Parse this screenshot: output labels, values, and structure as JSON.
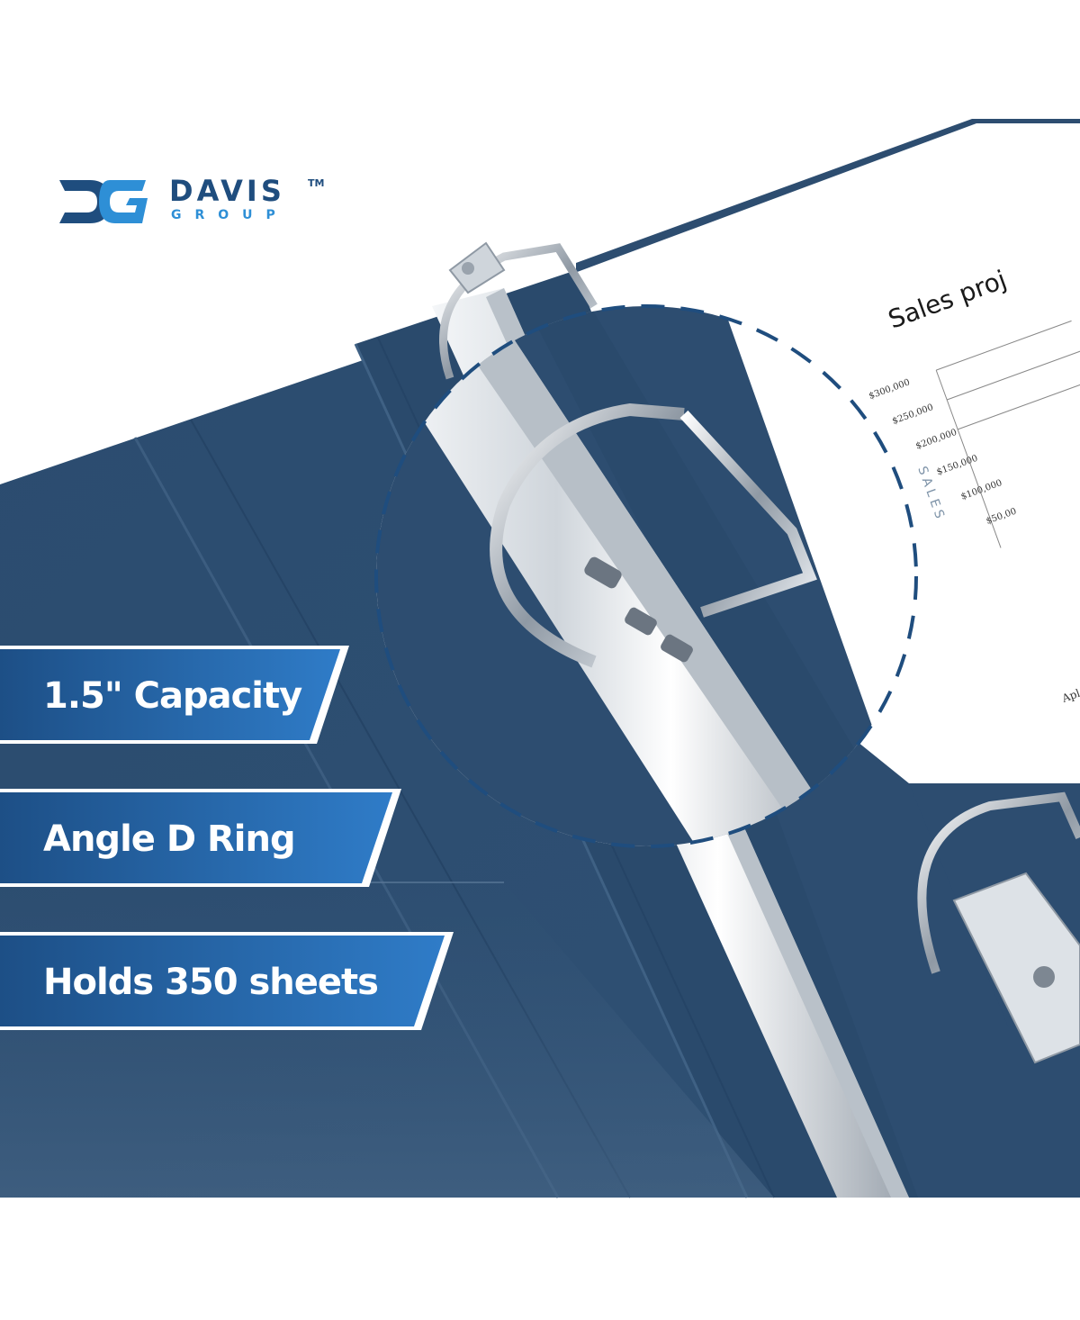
{
  "brand": {
    "name": "DAVIS",
    "trademark": "TM",
    "subname": "GROUP",
    "primary_color": "#1f4d7e",
    "secondary_color": "#2e8fd6"
  },
  "features": [
    {
      "label": "1.5\" Capacity"
    },
    {
      "label": "Angle D Ring"
    },
    {
      "label": "Holds 350 sheets"
    }
  ],
  "sheet": {
    "title": "Sales proj",
    "axis_label": "SALES",
    "ticks": [
      "$300,000",
      "$250,000",
      "$200,000",
      "$150,000",
      "$100,000",
      "$50,00"
    ],
    "footer": "Apl"
  },
  "colors": {
    "binder": "#2e4d6e",
    "binder_dark": "#243f5c",
    "badge_gradient_start": "#1d4f86",
    "badge_gradient_end": "#2f7cc8",
    "background": "#ffffff"
  }
}
